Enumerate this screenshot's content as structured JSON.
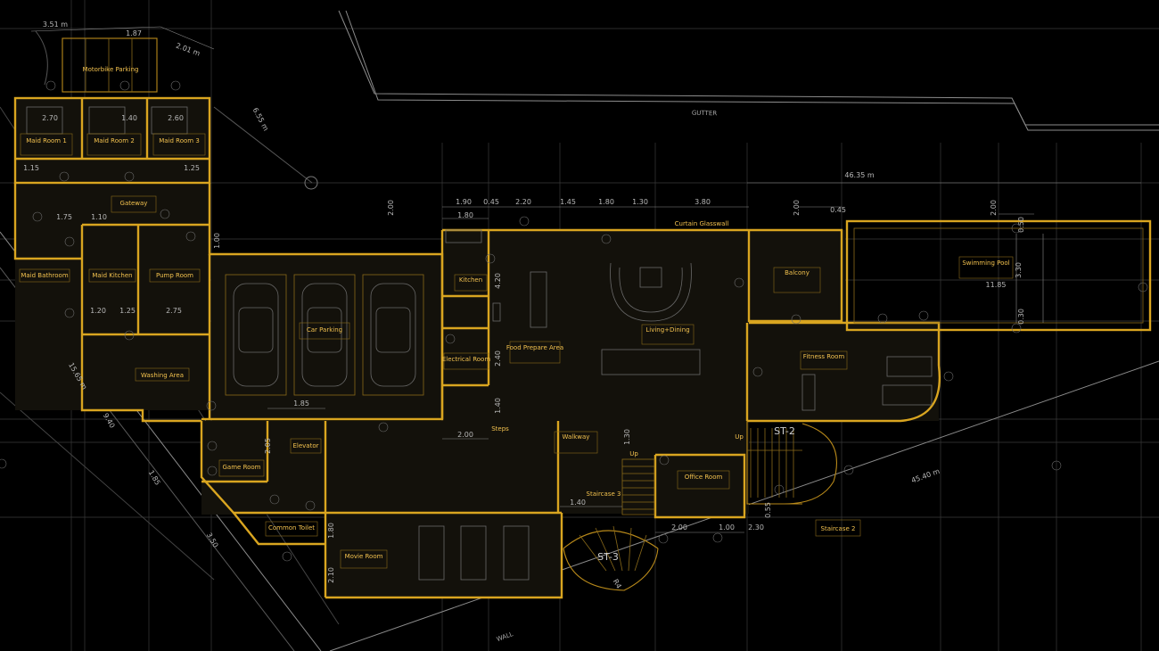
{
  "rooms": [
    {
      "id": "motorbike",
      "label": "Motorbike Parking"
    },
    {
      "id": "maid1",
      "label": "Maid Room 1"
    },
    {
      "id": "maid2",
      "label": "Maid Room 2"
    },
    {
      "id": "maid3",
      "label": "Maid Room 3"
    },
    {
      "id": "gateway",
      "label": "Gateway"
    },
    {
      "id": "maidbath",
      "label": "Maid Bathroom"
    },
    {
      "id": "maidkitchen",
      "label": "Maid Kitchen"
    },
    {
      "id": "pump",
      "label": "Pump Room"
    },
    {
      "id": "washing",
      "label": "Washing Area"
    },
    {
      "id": "carparking",
      "label": "Car Parking"
    },
    {
      "id": "kitchen",
      "label": "Kitchen"
    },
    {
      "id": "foodprep",
      "label": "Food Prepare Area"
    },
    {
      "id": "living",
      "label": "Living+Dining"
    },
    {
      "id": "electrical",
      "label": "Electrical Room"
    },
    {
      "id": "balcony",
      "label": "Balcony"
    },
    {
      "id": "pool",
      "label": "Swimming Pool"
    },
    {
      "id": "fitness",
      "label": "Fitness Room"
    },
    {
      "id": "walkway",
      "label": "Walkway"
    },
    {
      "id": "elevator",
      "label": "Elevator"
    },
    {
      "id": "game",
      "label": "Game Room"
    },
    {
      "id": "toilet",
      "label": "Common Toilet"
    },
    {
      "id": "movie",
      "label": "Movie Room"
    },
    {
      "id": "office",
      "label": "Office Room"
    },
    {
      "id": "stair2",
      "label": "Staircase 2"
    },
    {
      "id": "stair3",
      "label": "Staircase 3"
    }
  ],
  "notes": {
    "gutter": "GUTTER",
    "wall": "WALL",
    "curtain": "Curtain Glasswall",
    "steps": "Steps",
    "st2": "ST-2",
    "st3": "ST-3",
    "up1": "Up",
    "up2": "Up",
    "overall_width": "46.35 m",
    "diag_1": "45.40 m"
  },
  "dims": {
    "top_chain": [
      "1.90",
      "0.45",
      "2.20",
      "1.45",
      "1.80",
      "1.30",
      "3.80"
    ],
    "d_1_80": "1.80",
    "d_2_00_a": "2.00",
    "d_2_00_b": "2.00",
    "d_2_00_c": "2.00",
    "d_0_45": "0.45",
    "maid_w1": "2.70",
    "maid_w2": "1.40",
    "maid_w3": "2.60",
    "maid_1_15": "1.15",
    "maid_1_25": "1.25",
    "m_1_75": "1.75",
    "m_1_10": "1.10",
    "m_1_00": "1.00",
    "m_1_20": "1.20",
    "m_1_25b": "1.25",
    "m_2_75": "2.75",
    "top_3_51": "3.51 m",
    "top_1_87": "1.87",
    "top_2_01": "2.01 m",
    "d_6_55": "6.55 m",
    "d_1_85": "1.85",
    "d_2_05": "2.05",
    "d_2_00_walk": "2.00",
    "d_1_30": "1.30",
    "d_1_40": "1.40",
    "d_1_40b": "1.40",
    "d_2_40": "2.40",
    "d_4_20": "4.20",
    "d_1_80b": "1.80",
    "d_2_10": "2.10",
    "d_3_30": "3.30",
    "d_11_85": "11.85",
    "d_0_30": "0.30",
    "d_0_50": "0.50",
    "d_2_00_off": "2.00",
    "d_1_00_off": "1.00",
    "d_0_55": "0.55",
    "d_2_30": "2.30",
    "r_4": "R4",
    "diag_9_40": "9.40",
    "diag_15_65": "15.65 m",
    "diag_1_85": "1.85",
    "diag_3_50": "3.50"
  },
  "colors": {
    "background": "#000000",
    "wall": "#d9a520",
    "label": "#f2c14e",
    "dimension": "#b8b8b8",
    "grid": "#3a3a3a"
  }
}
